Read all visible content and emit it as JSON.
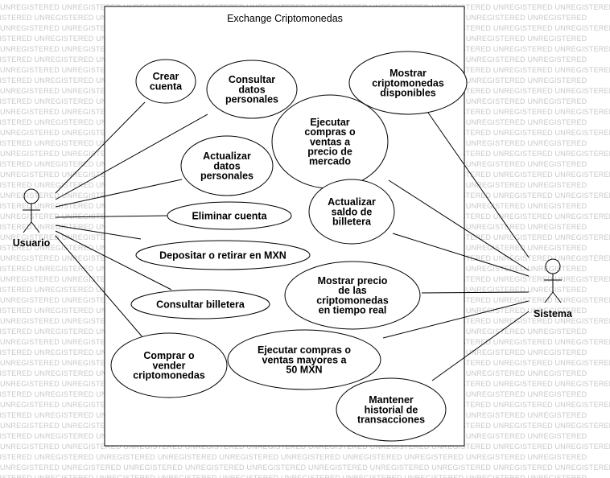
{
  "watermark": {
    "text": "UNREGISTERED",
    "repeat": 9
  },
  "system": {
    "title": "Exchange Criptomonedas"
  },
  "actors": [
    {
      "id": "usuario",
      "label": "Usuario"
    },
    {
      "id": "sistema",
      "label": "Sistema"
    }
  ],
  "use_cases": [
    {
      "id": "crear-cuenta",
      "lines": [
        "Crear",
        "cuenta"
      ]
    },
    {
      "id": "consultar-datos",
      "lines": [
        "Consultar",
        "datos",
        "personales"
      ]
    },
    {
      "id": "actualizar-datos",
      "lines": [
        "Actualizar",
        "datos",
        "personales"
      ]
    },
    {
      "id": "eliminar-cuenta",
      "lines": [
        "Eliminar cuenta"
      ]
    },
    {
      "id": "depositar-retirar",
      "lines": [
        "Depositar o retirar en MXN"
      ]
    },
    {
      "id": "consultar-billetera",
      "lines": [
        "Consultar billetera"
      ]
    },
    {
      "id": "comprar-vender",
      "lines": [
        "Comprar o",
        "vender",
        "criptomonedas"
      ]
    },
    {
      "id": "mostrar-disponibles",
      "lines": [
        "Mostrar",
        "criptomonedas",
        "disponibles"
      ]
    },
    {
      "id": "ejecutar-mercado",
      "lines": [
        "Ejecutar",
        "compras o",
        "ventas a",
        "precio de",
        "mercado"
      ]
    },
    {
      "id": "actualizar-saldo",
      "lines": [
        "Actualizar",
        "saldo de",
        "billetera"
      ]
    },
    {
      "id": "mostrar-precio",
      "lines": [
        "Mostrar precio",
        "de las",
        "criptomonedas",
        "en tiempo real"
      ]
    },
    {
      "id": "ejecutar-mayores",
      "lines": [
        "Ejecutar compras o",
        "ventas mayores a",
        "50 MXN"
      ]
    },
    {
      "id": "mantener-historial",
      "lines": [
        "Mantener",
        "historial de",
        "transacciones"
      ]
    }
  ],
  "associations": [
    {
      "actor": "usuario",
      "use_case": "crear-cuenta"
    },
    {
      "actor": "usuario",
      "use_case": "consultar-datos"
    },
    {
      "actor": "usuario",
      "use_case": "actualizar-datos"
    },
    {
      "actor": "usuario",
      "use_case": "eliminar-cuenta"
    },
    {
      "actor": "usuario",
      "use_case": "depositar-retirar"
    },
    {
      "actor": "usuario",
      "use_case": "consultar-billetera"
    },
    {
      "actor": "usuario",
      "use_case": "comprar-vender"
    },
    {
      "actor": "sistema",
      "use_case": "mostrar-disponibles"
    },
    {
      "actor": "sistema",
      "use_case": "ejecutar-mercado"
    },
    {
      "actor": "sistema",
      "use_case": "actualizar-saldo"
    },
    {
      "actor": "sistema",
      "use_case": "mostrar-precio"
    },
    {
      "actor": "sistema",
      "use_case": "ejecutar-mayores"
    },
    {
      "actor": "sistema",
      "use_case": "mantener-historial"
    }
  ]
}
